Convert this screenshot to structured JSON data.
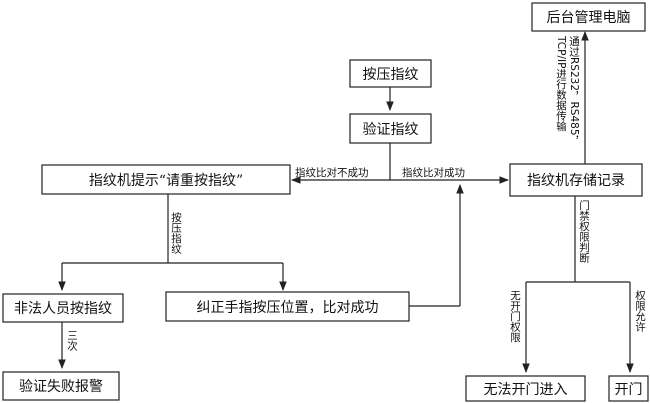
{
  "nodes": {
    "backend": "后台管理电脑",
    "press": "按压指纹",
    "verify": "验证指纹",
    "prompt": "指纹机提示“请重按指纹”",
    "store": "指纹机存储记录",
    "illegal": "非法人员按指纹",
    "correct": "纠正手指按压位置，比对成功",
    "alarm": "验证失败报警",
    "no_open": "无法开门进入",
    "open": "开门"
  },
  "edges": {
    "fail": "指纹比对不成功",
    "success": "指纹比对成功",
    "press_again": "按压指纹",
    "three_times": "三次",
    "transfer_line1": "通过RS232，RS485，",
    "transfer_line2": "TCP/IP进行数据传输",
    "permission_judge": "门禁权限判断",
    "no_permission": "无开门权限",
    "permitted": "权限允许"
  }
}
